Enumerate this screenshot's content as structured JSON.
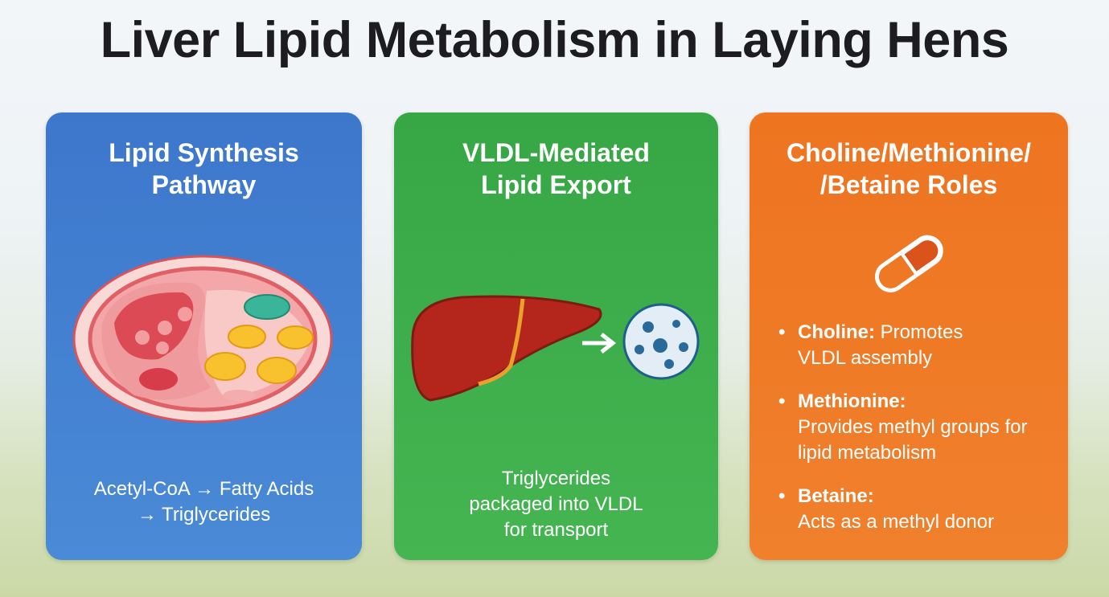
{
  "title": "Liver Lipid Metabolism in Laying Hens",
  "cards": [
    {
      "title_lines": [
        "Lipid Synthesis",
        "Pathway"
      ],
      "footer_lines": [
        "Acetyl-CoA → Fatty Acids",
        "→ Triglycerides"
      ],
      "color": "#3f7fd0",
      "icon": "hepatocyte-cell-icon"
    },
    {
      "title_lines": [
        "VLDL-Mediated",
        "Lipid Export"
      ],
      "footer_lines": [
        "Triglycerides",
        "packaged into VLDL",
        "for transport"
      ],
      "color": "#3cae4a",
      "icon": "liver-to-vldl-icon"
    },
    {
      "title_lines": [
        "Choline/Methionine/",
        "/Betaine Roles"
      ],
      "color": "#ef7a22",
      "icon": "capsule-icon",
      "bullets": [
        {
          "term": "Choline:",
          "desc": " Promotes VLDL assembly"
        },
        {
          "term": "Methionine:",
          "desc": "Provides methyl groups for lipid metabolism"
        },
        {
          "term": "Betaine:",
          "desc": "Acts as a methyl donor"
        }
      ]
    }
  ]
}
